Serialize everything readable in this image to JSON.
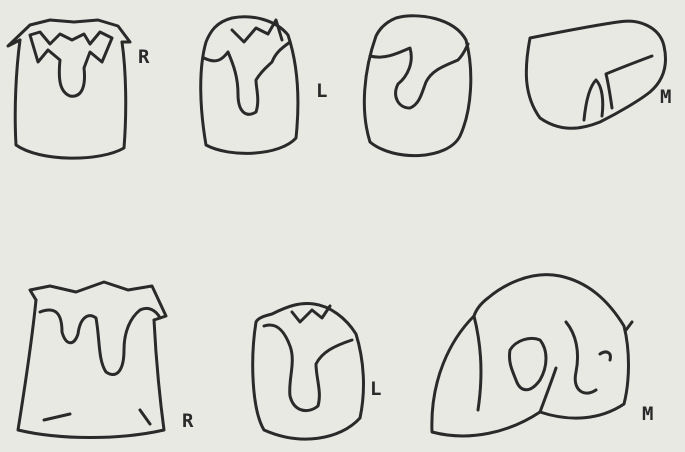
{
  "figure": {
    "top_row": {
      "tooth_1_label": "R",
      "tooth_2_label": "L",
      "tooth_3_label": "",
      "tooth_4_label": "M"
    },
    "bottom_row": {
      "tooth_1_label": "R",
      "tooth_2_label": "L",
      "tooth_3_label": "M"
    },
    "colors": {
      "background": "#e9e9e4",
      "ink": "#2a2a2a"
    }
  }
}
